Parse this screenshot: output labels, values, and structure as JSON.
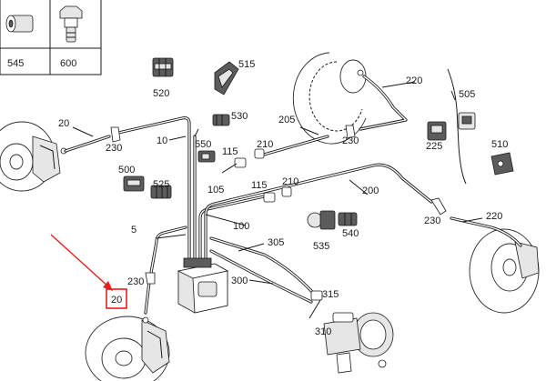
{
  "diagram": {
    "highlight_color": "#e0201b",
    "legend_box": {
      "labels": [
        "545",
        "600"
      ]
    },
    "labels": [
      {
        "id": "l545",
        "text": "545"
      },
      {
        "id": "l600",
        "text": "600"
      },
      {
        "id": "l520",
        "text": "520"
      },
      {
        "id": "l515",
        "text": "515"
      },
      {
        "id": "l530",
        "text": "530"
      },
      {
        "id": "l220a",
        "text": "220"
      },
      {
        "id": "l505",
        "text": "505"
      },
      {
        "id": "l20a",
        "text": "20"
      },
      {
        "id": "l230a",
        "text": "230"
      },
      {
        "id": "l10",
        "text": "10"
      },
      {
        "id": "l205",
        "text": "205"
      },
      {
        "id": "l230b",
        "text": "230"
      },
      {
        "id": "l225",
        "text": "225"
      },
      {
        "id": "l510",
        "text": "510"
      },
      {
        "id": "l550",
        "text": "550"
      },
      {
        "id": "l115a",
        "text": "115"
      },
      {
        "id": "l210a",
        "text": "210"
      },
      {
        "id": "l500",
        "text": "500"
      },
      {
        "id": "l525",
        "text": "525"
      },
      {
        "id": "l105",
        "text": "105"
      },
      {
        "id": "l115b",
        "text": "115"
      },
      {
        "id": "l210b",
        "text": "210"
      },
      {
        "id": "l200",
        "text": "200"
      },
      {
        "id": "l5",
        "text": "5"
      },
      {
        "id": "l100",
        "text": "100"
      },
      {
        "id": "l230c",
        "text": "230"
      },
      {
        "id": "l220b",
        "text": "220"
      },
      {
        "id": "l535",
        "text": "535"
      },
      {
        "id": "l540",
        "text": "540"
      },
      {
        "id": "l305",
        "text": "305"
      },
      {
        "id": "l230d",
        "text": "230"
      },
      {
        "id": "l300",
        "text": "300"
      },
      {
        "id": "l20b",
        "text": "20"
      },
      {
        "id": "l315",
        "text": "315"
      },
      {
        "id": "l310",
        "text": "310"
      }
    ],
    "highlighted_label_id": "l20b"
  }
}
